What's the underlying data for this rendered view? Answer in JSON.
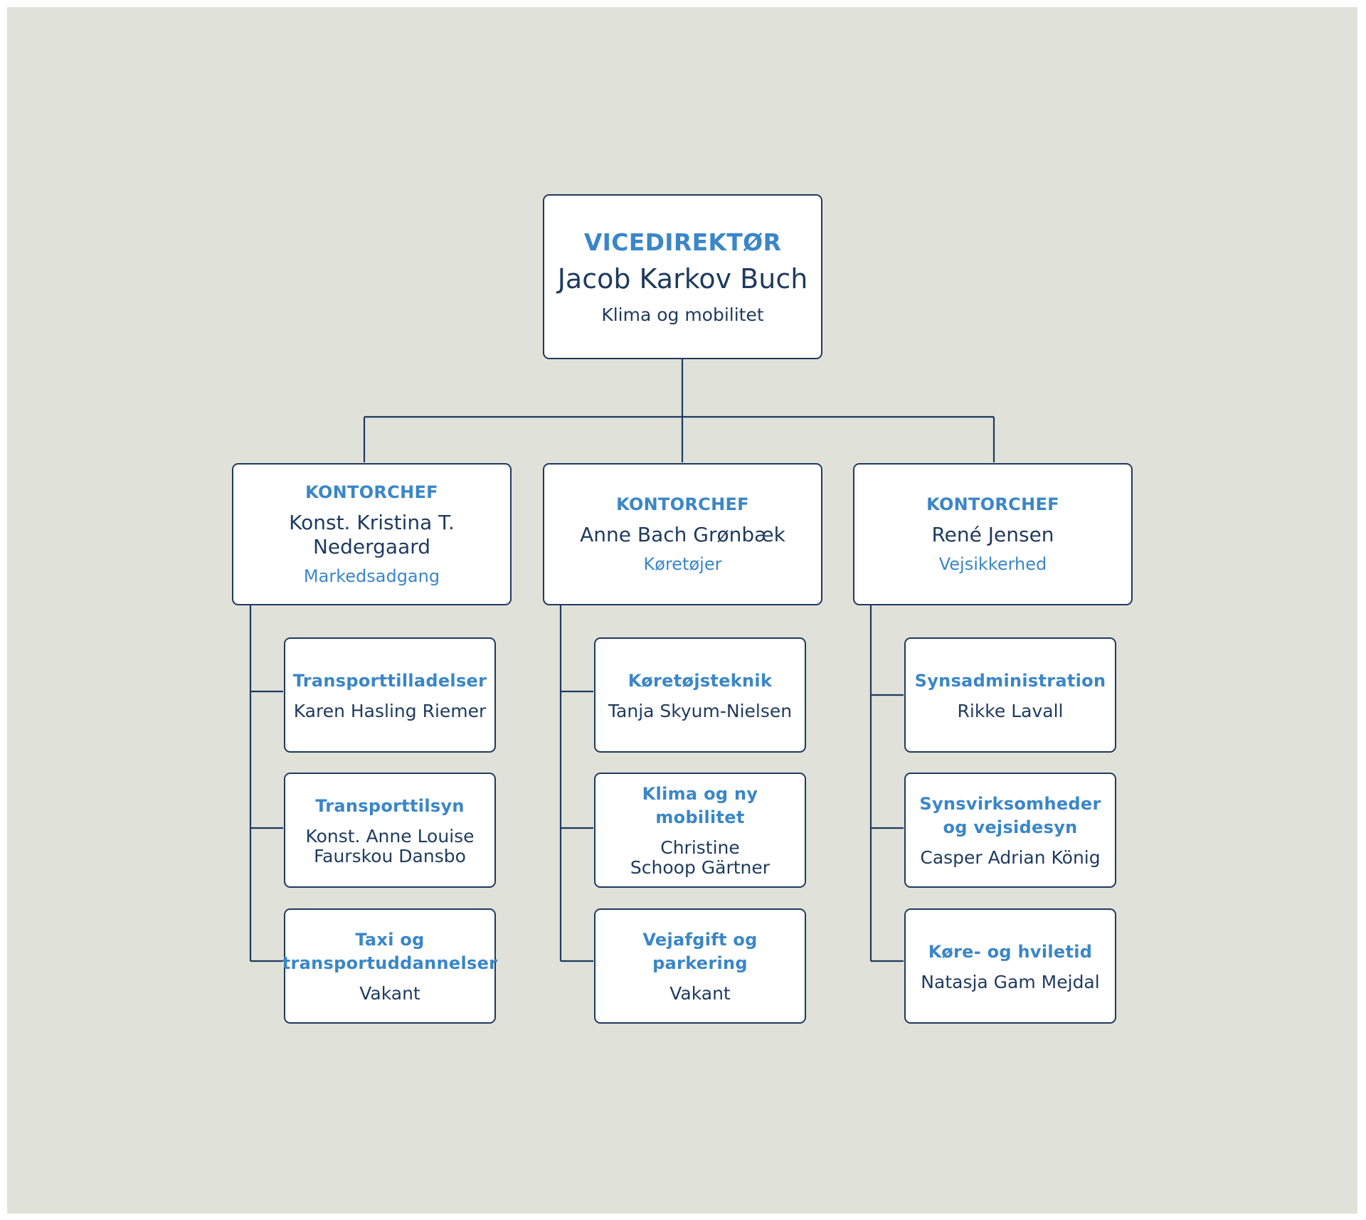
{
  "colors": {
    "background": "#e0e1d9",
    "box_fill": "#ffffff",
    "border_and_lines": "#1e3a5f",
    "accent_blue": "#3a86c8",
    "dark_text": "#1e3a5f"
  },
  "top": {
    "role": "VICEDIREKTØR",
    "name": "Jacob Karkov Buch",
    "dept": "Klima og mobilitet"
  },
  "offices": [
    {
      "role": "KONTORCHEF",
      "name_lines": [
        "Konst. Kristina T.",
        "Nedergaard"
      ],
      "dept": "Markedsadgang",
      "units": [
        {
          "title_lines": [
            "Transporttilladelser"
          ],
          "head_lines": [
            "Karen Hasling Riemer"
          ]
        },
        {
          "title_lines": [
            "Transporttilsyn"
          ],
          "head_lines": [
            "Konst. Anne Louise",
            "Faurskou Dansbo"
          ]
        },
        {
          "title_lines": [
            "Taxi og",
            "transportuddannelser"
          ],
          "head_lines": [
            "Vakant"
          ]
        }
      ]
    },
    {
      "role": "KONTORCHEF",
      "name_lines": [
        "Anne Bach Grønbæk"
      ],
      "dept": "Køretøjer",
      "units": [
        {
          "title_lines": [
            "Køretøjsteknik"
          ],
          "head_lines": [
            "Tanja Skyum-Nielsen"
          ]
        },
        {
          "title_lines": [
            "Klima og ny mobilitet"
          ],
          "head_lines": [
            "Christine",
            "Schoop Gärtner"
          ]
        },
        {
          "title_lines": [
            "Vejafgift og parkering"
          ],
          "head_lines": [
            "Vakant"
          ]
        }
      ]
    },
    {
      "role": "KONTORCHEF",
      "name_lines": [
        "René Jensen"
      ],
      "dept": "Vejsikkerhed",
      "units": [
        {
          "title_lines": [
            "Synsadministration"
          ],
          "head_lines": [
            "Rikke Lavall"
          ]
        },
        {
          "title_lines": [
            "Synsvirksomheder",
            "og vejsidesyn"
          ],
          "head_lines": [
            "Casper Adrian König"
          ]
        },
        {
          "title_lines": [
            "Køre- og hviletid"
          ],
          "head_lines": [
            "Natasja Gam Mejdal"
          ]
        }
      ]
    }
  ]
}
